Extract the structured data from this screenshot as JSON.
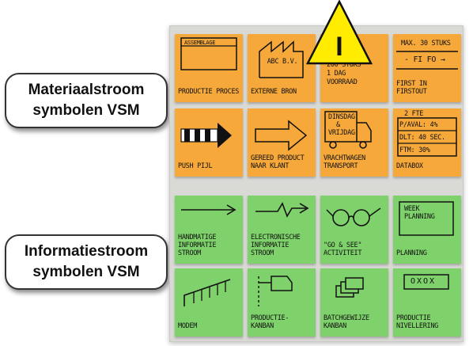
{
  "labels": {
    "material_line1": "Materiaalstroom",
    "material_line2": "symbolen VSM",
    "info_line1": "Informatiestroom",
    "info_line2": "symbolen VSM"
  },
  "notes": {
    "assemblage": {
      "box": "Assemblage",
      "caption": "Productie Proces"
    },
    "externe_bron": {
      "sym": "ABC B.V.",
      "caption": "Externe Bron"
    },
    "voorraad": {
      "line1": "200 stuks",
      "line2": "1 dag",
      "line3": "voorraad",
      "marker": "I"
    },
    "fifo": {
      "top": "max. 30 stuks",
      "mid": "- Fi Fo →",
      "caption": "First in Firstout"
    },
    "push": {
      "caption": "Push pijl"
    },
    "gereed": {
      "caption": "Gereed product naar klant"
    },
    "transport": {
      "line1": "Dinsdag",
      "line2": "&",
      "line3": "vrijdag",
      "caption": "Vrachtwagen transport"
    },
    "databox": {
      "row1": "2 FTE",
      "row2": "P/Aval: 4%",
      "row3": "DLT: 40 sec.",
      "row4": "FTM: 30%",
      "caption": "Databox"
    },
    "handmatig": {
      "caption": "Handmatige Informatie Stroom"
    },
    "electronisch": {
      "caption": "Electronische Informatie Stroom"
    },
    "gosee": {
      "caption": "\"Go & see\" activiteit"
    },
    "planning": {
      "box": "week planning",
      "caption": "Planning"
    },
    "modem": {
      "caption": "modem"
    },
    "productiekanban": {
      "caption": "Productie- kanban"
    },
    "batchkanban": {
      "caption": "Batchgewijze kanban"
    },
    "nivellering": {
      "box": "OXOX",
      "caption": "Productie Nivellering"
    }
  },
  "colors": {
    "orange_note": "#f6a83a",
    "green_note": "#7fd26b",
    "warning_yellow": "#ffec00"
  },
  "icons": [
    "warning-triangle-icon",
    "factory-icon",
    "push-arrow-icon",
    "truck-icon",
    "eyeglasses-icon",
    "zigzag-arrow-icon",
    "kanban-post-icon"
  ]
}
